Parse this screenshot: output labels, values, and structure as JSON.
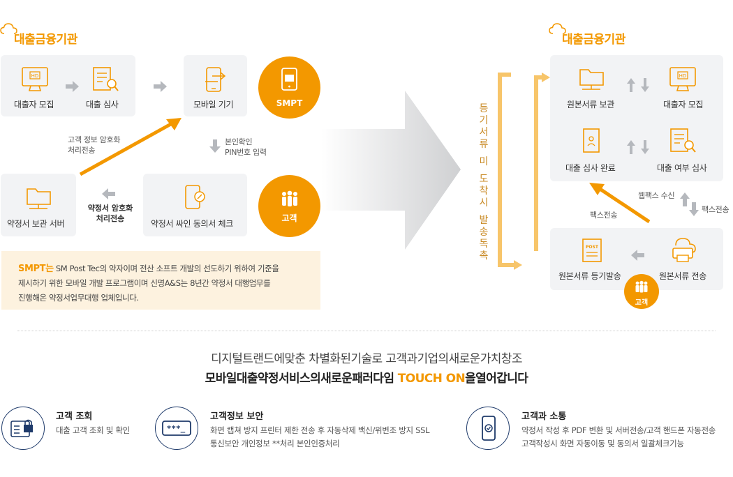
{
  "left": {
    "title": "대출금융기관",
    "boxes": {
      "recruit": "대출자 모집",
      "review": "대출 심사",
      "mobile": "모바일 기기",
      "storage": "약정서 보관 서버",
      "sign_check": "약정서 싸인 동의서 체크"
    },
    "smpt_circle": "SMPT",
    "customer_circle": "고객",
    "arrow_label_1": "고객 정보 암호화",
    "arrow_label_2": "처리전송",
    "verify_1": "본인확인",
    "verify_2": "PIN번호 입력",
    "encrypt_1": "약정서 암호화",
    "encrypt_2": "처리전송",
    "note_highlight": "SMPT는",
    "note_line1": " SM Post Tec의 약자이며 전산 소프트 개발의 선도하기 위하여 기준을",
    "note_line2": "제시하기 위한 모바일 개발 프로그램이며 신명A&S는 8년간 약정서 대행업무를",
    "note_line3": "진행해온 약정서업무대행 업체입니다."
  },
  "middle": {
    "vertical_text": [
      "등",
      "기",
      "서",
      "류",
      "",
      "미",
      "",
      "도",
      "착",
      "시",
      "",
      "발",
      "송",
      "독",
      "촉"
    ]
  },
  "right": {
    "title": "대출금융기관",
    "boxes": {
      "original_store": "원본서류 보관",
      "recruit": "대출자 모집",
      "review_done": "대출 심사 완료",
      "review_whether": "대출 여부 심사",
      "registered_mail": "원본서류 등기발송",
      "original_send": "원본서류 전송"
    },
    "fax_recv": "웹팩스 수신",
    "fax_send": "팩스전송",
    "fax_send_orange": "팩스전송",
    "customer": "고객"
  },
  "slogan": {
    "line1": "디지털트랜드에맞춘 차별화된기술로 고객과기업의새로운가치창조",
    "line2_pre": "모바일대출약정서비스의새로운패러다임 ",
    "line2_brand": "TOUCH ON",
    "line2_post": "을열어갑니다"
  },
  "features": [
    {
      "title": "고객 조회",
      "desc1": "대출 고객 조회 및 확인",
      "desc2": ""
    },
    {
      "title": "고객정보 보안",
      "desc1": "화면 캡쳐 방지 프린터 제한 전송  후 자동삭제 백신/위변조 방지 SSL",
      "desc2": "통신보안 개인정보 **처리 본인인증처리"
    },
    {
      "title": "고객과 소통",
      "desc1": "약정서 작성 후 PDF 변환 및 서버전송/고객 핸드폰 자동전송",
      "desc2": "고객작성시 화면 자동이동 및 동의서 일괄체크기능"
    }
  ],
  "colors": {
    "accent": "#f39800",
    "box": "#f2f3f5",
    "icon": "#1e3a6a"
  }
}
